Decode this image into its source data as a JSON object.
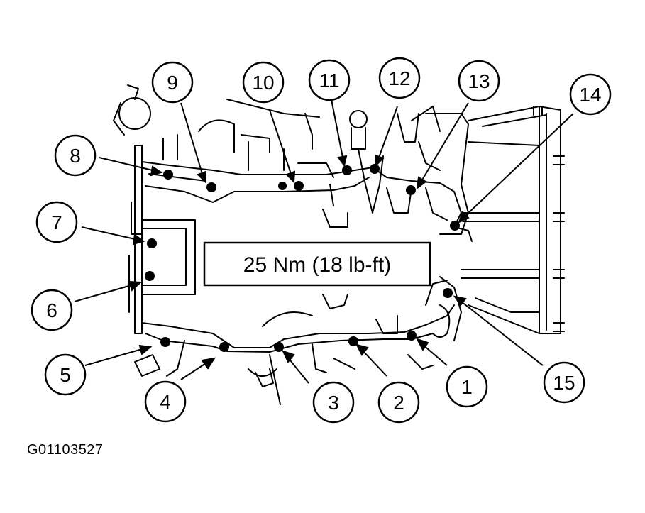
{
  "torque_spec": "25 Nm (18 lb-ft)",
  "figure_id": "G01103527",
  "bolts": [
    {
      "label": "1"
    },
    {
      "label": "2"
    },
    {
      "label": "3"
    },
    {
      "label": "4"
    },
    {
      "label": "5"
    },
    {
      "label": "6"
    },
    {
      "label": "7"
    },
    {
      "label": "8"
    },
    {
      "label": "9"
    },
    {
      "label": "10"
    },
    {
      "label": "11"
    },
    {
      "label": "12"
    },
    {
      "label": "13"
    },
    {
      "label": "14"
    },
    {
      "label": "15"
    }
  ]
}
